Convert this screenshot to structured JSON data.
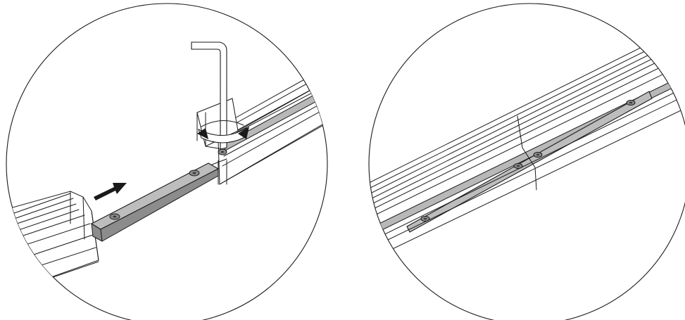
{
  "figure": {
    "panels": [
      {
        "id": "step-1",
        "content": "connector-bar-insertion"
      },
      {
        "id": "step-2",
        "content": "connected-rails-result"
      }
    ],
    "icons": [
      "hex-key-icon",
      "rotate-arrow-icon",
      "push-arrow-icon"
    ],
    "colors": {
      "line": "#1a1a1a",
      "metal_bar": "#bdbdbd",
      "rail_channel": "#b8b8b8",
      "background": "#ffffff"
    }
  }
}
